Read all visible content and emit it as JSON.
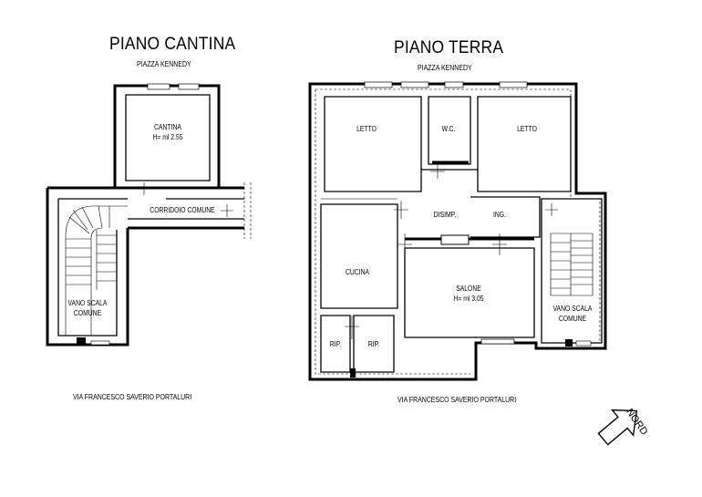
{
  "plans": {
    "cantina": {
      "title": "PIANO CANTINA",
      "street_top": "PIAZZA KENNEDY",
      "street_bottom": "VIA FRANCESCO SAVERIO PORTALURI",
      "rooms": {
        "cantina_name": "CANTINA",
        "cantina_height": "H= ml 2.55",
        "corridoio": "CORRIDOIO COMUNE",
        "vano_scala_1": "VANO SCALA",
        "vano_scala_2": "COMUNE"
      }
    },
    "terra": {
      "title": "PIANO TERRA",
      "street_top": "PIAZZA KENNEDY",
      "street_bottom": "VIA FRANCESCO SAVERIO PORTALURI",
      "rooms": {
        "letto_left": "LETTO",
        "wc": "W.C.",
        "letto_right": "LETTO",
        "disimp": "DISIMP.",
        "ing": "ING.",
        "cucina": "CUCINA",
        "salone_name": "SALONE",
        "salone_height": "H= ml 3.05",
        "vano_scala_1": "VANO SCALA",
        "vano_scala_2": "COMUNE",
        "rip_left": "RIP.",
        "rip_right": "RIP."
      }
    }
  },
  "north_label": "NORD"
}
